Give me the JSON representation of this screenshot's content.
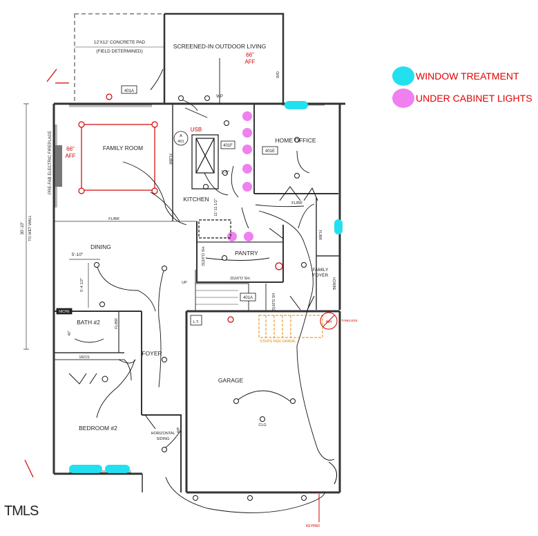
{
  "legend": {
    "window_treatment": {
      "label": "WINDOW TREATMENT",
      "color": "#22e0f0"
    },
    "under_cabinet": {
      "label": "UNDER CABINET LIGHTS",
      "color": "#f080f0"
    }
  },
  "rooms": {
    "patio_line1": "12'X12' CONCRETE PAD",
    "patio_line2": "(FIELD DETERMINED)",
    "screened": "SCREENED-IN OUTDOOR LIVING",
    "family": "FAMILY ROOM",
    "kitchen": "KITCHEN",
    "home_office": "HOME OFFICE",
    "dining": "DINING",
    "pantry": "PANTRY",
    "family_foyer_1": "FAMILY",
    "family_foyer_2": "FOYER",
    "bath2": "BATH #2",
    "foyer": "FOYER",
    "garage": "GARAGE",
    "bedroom2": "BEDROOM #2",
    "horizontal_1": "HORIZONTAL",
    "horizontal_2": "SIDING"
  },
  "notes": {
    "aff_top_1": "66\"",
    "aff_top_2": "AFF",
    "aff_left_1": "66\"",
    "aff_left_2": "AFF",
    "usb": "USB",
    "tag_401a_top": "401A",
    "tag_401a_mid": "401A",
    "tag_401e": "401E",
    "tag_401f": "401F",
    "tag_a": "A",
    "tag_401": "401",
    "wp_top": "WP",
    "wp_bottom": "WP",
    "flbr_1": "FL/BR",
    "flbr_2": "FL/BR",
    "flbr_3": "FL/BR",
    "flbr_4": "FL/BR",
    "dim_5_10": "5'-10\"",
    "dim_5_4": "5'-4 1/2\"",
    "dim_30_10": "30'-10\"",
    "dim_to_wet_wall": "TO WET WALL",
    "dim_3_6": "3'-6\"",
    "dim_11": "11'-11 1/2\"",
    "prefab": "PRE-FAB ELECTRIC FIREPLACE",
    "sh_5_16": "(5)16\"D SH.",
    "sh_5_0": "(5)16\"D SH.",
    "niche": "NICHE",
    "lt": "L.T.",
    "tankless": "TANKLESS",
    "wh": "WH",
    "steps": "STEPS PER GRADE",
    "clg": "CLG",
    "keypad": "KEYPAD",
    "bench": "BENCH",
    "up": "UP",
    "rs": "1R/1S",
    "wd": "W/D",
    "flbr_bath": "FL/BR",
    "v_40": "40\"",
    "sh_bath": "(5)16\"D SH."
  },
  "brand": "TMLS"
}
